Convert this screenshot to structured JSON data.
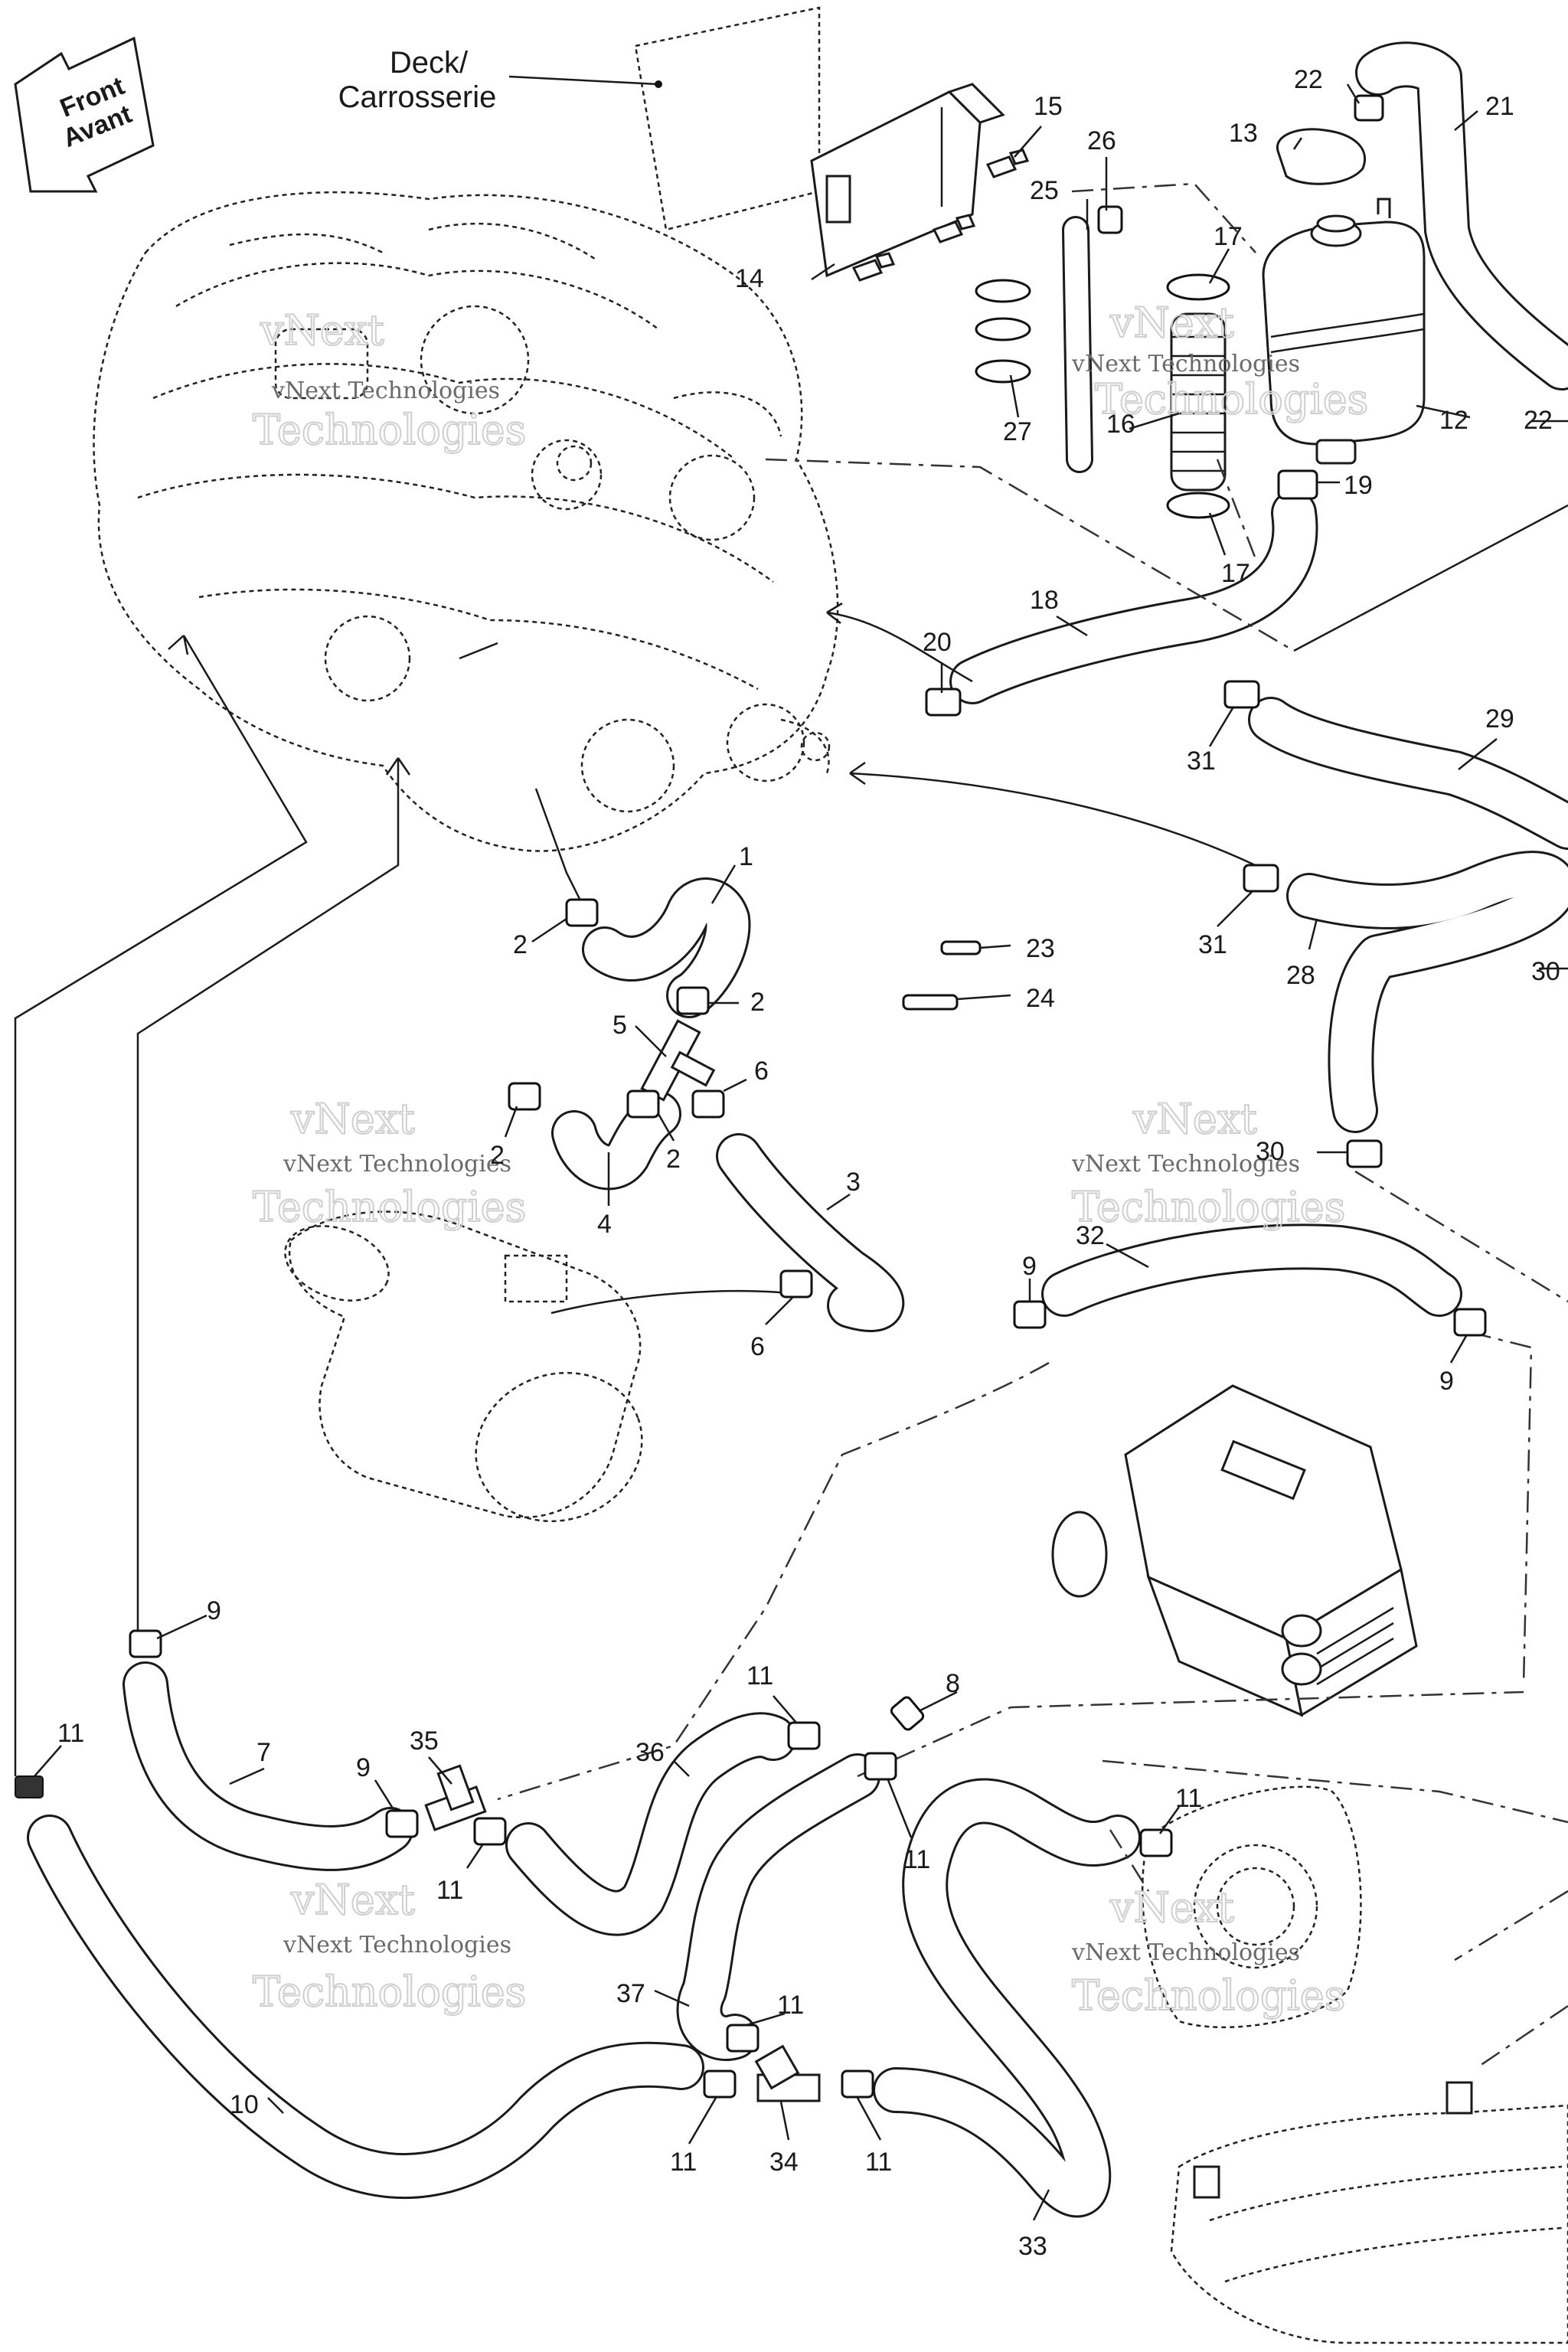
{
  "direction_arrow": {
    "line1": "Front",
    "line2": "Avant"
  },
  "deck_label": {
    "line1": "Deck/",
    "line2": "Carrosserie"
  },
  "watermark": {
    "line1": "vNext",
    "line2": "Technologies",
    "line3": "vNext Technologies"
  },
  "callouts": {
    "c1": "1",
    "c2a": "2",
    "c2b": "2",
    "c2c": "2",
    "c2d": "2",
    "c3": "3",
    "c4": "4",
    "c5": "5",
    "c6a": "6",
    "c6b": "6",
    "c7": "7",
    "c8": "8",
    "c9a": "9",
    "c9b": "9",
    "c9c": "9",
    "c9d": "9",
    "c10": "10",
    "c11a": "11",
    "c11b": "11",
    "c11c": "11",
    "c11d": "11",
    "c11e": "11",
    "c11f": "11",
    "c11g": "11",
    "c11h": "11",
    "c12": "12",
    "c13": "13",
    "c14": "14",
    "c15": "15",
    "c16": "16",
    "c17a": "17",
    "c17b": "17",
    "c18": "18",
    "c19": "19",
    "c20": "20",
    "c21": "21",
    "c22a": "22",
    "c22b": "22",
    "c23": "23",
    "c24": "24",
    "c25": "25",
    "c26": "26",
    "c27": "27",
    "c28": "28",
    "c29": "29",
    "c30a": "30",
    "c30b": "30",
    "c31a": "31",
    "c31b": "31",
    "c32": "32",
    "c33": "33",
    "c34": "34",
    "c35": "35",
    "c36": "36",
    "c37": "37"
  },
  "colors": {
    "line": "#1a1a1a",
    "watermark": "#6a6a6a",
    "background": "#ffffff"
  }
}
